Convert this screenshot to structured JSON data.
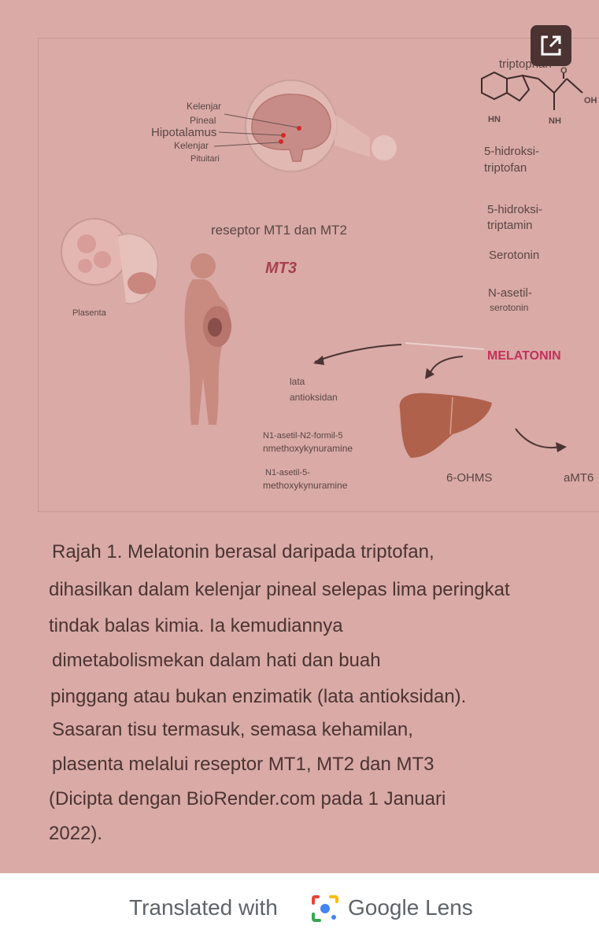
{
  "figure": {
    "brain_labels": {
      "pineal_a": "Kelenjar",
      "pineal_b": "Pineal",
      "hypothalamus": "Hipotalamus",
      "pituitary_a": "Kelenjar",
      "pituitary_b": "Pituitari"
    },
    "placenta_label": "Plasenta",
    "receptor_label": "reseptor MT1 dan MT2",
    "mt3_label": "MT3",
    "pathway": {
      "tryptophan": "triptophan",
      "hn": "HN",
      "nh2": "NH",
      "oh": "OH",
      "o": "O",
      "htp_a": "5-hidroksi-",
      "htp_b": "triptofan",
      "ht_a": "5-hidroksi-",
      "ht_b": "triptamin",
      "serotonin": "Serotonin",
      "nas_a": "N-asetil-",
      "nas_b": "serotonin",
      "melatonin": "MELATONIN"
    },
    "metabolites": {
      "route_a": "lata",
      "route_b": "antioksidan",
      "afmk_a": "N1-asetil-N2-formil-5",
      "afmk_b": "nmethoxykynuramine",
      "amk_a": "N1-asetil-5-",
      "amk_b": "methoxykynuramine",
      "ohms": "6-OHMS",
      "amt6": "aMT6"
    }
  },
  "caption_lines": [
    "Rajah 1. Melatonin berasal daripada triptofan,",
    "dihasilkan dalam kelenjar pineal selepas lima peringkat",
    "tindak balas kimia. Ia kemudiannya",
    "dimetabolismekan dalam hati dan buah",
    "pinggang atau bukan enzimatik (lata antioksidan).",
    "Sasaran tisu termasuk, semasa kehamilan,",
    "plasenta melalui reseptor MT1, MT2 dan MT3",
    "(Dicipta dengan BioRender.com pada 1 Januari",
    "2022)."
  ],
  "footer": {
    "prefix": "Translated with",
    "brand": "Google Lens"
  },
  "icons": {
    "open": "open-external-icon",
    "lens": "google-lens-icon"
  },
  "colors": {
    "background": "#d9aaa6",
    "melatonin": "#c2305a",
    "mt3": "#a9404e",
    "organ": "#b36a59",
    "footer_bg": "#ffffff"
  }
}
